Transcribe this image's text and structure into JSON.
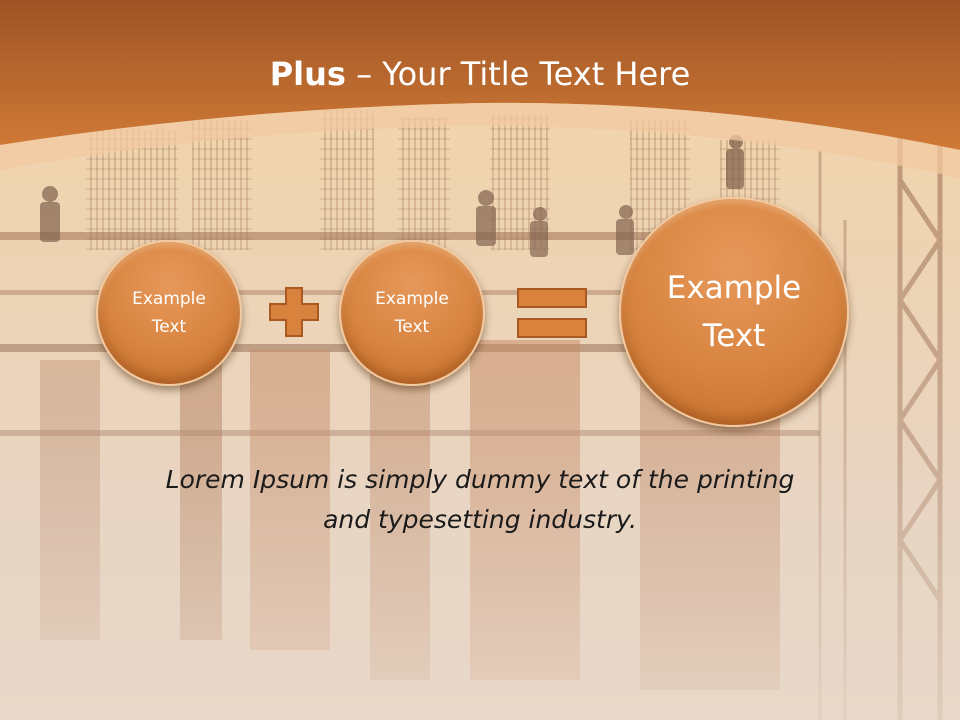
{
  "slide": {
    "title_bold": "Plus",
    "title_rest": " – Your Title Text Here",
    "equation": {
      "left_circle": {
        "line1": "Example",
        "line2": "Text"
      },
      "operator_plus": "plus-sign",
      "middle_circle": {
        "line1": "Example",
        "line2": "Text"
      },
      "operator_equals": "equals-sign",
      "result_circle": {
        "line1": "Example",
        "line2": "Text"
      }
    },
    "caption_line1": "Lorem Ipsum is simply dummy text of the printing",
    "caption_line2": "and typesetting industry."
  },
  "colors": {
    "accent": "#d07a36",
    "header": "#c8692a",
    "circle_fill": "#d88440",
    "caption_text": "#1a1a1a"
  }
}
